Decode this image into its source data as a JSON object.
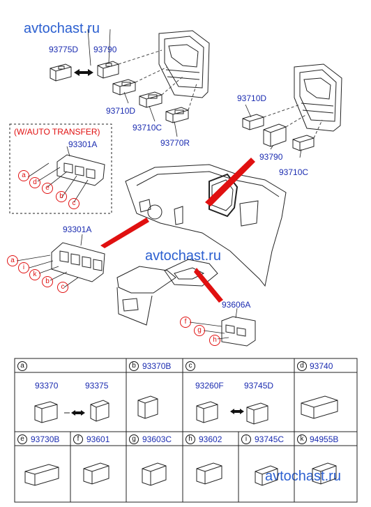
{
  "watermark": "avtochast.ru",
  "labels": {
    "p93775D": "93775D",
    "p93790a": "93790",
    "p93710Da": "93710D",
    "p93710Ca": "93710C",
    "p93770R": "93770R",
    "p93710Db": "93710D",
    "p93790b": "93790",
    "p93710Cb": "93710C",
    "auto_transfer": "(W/AUTO TRANSFER)",
    "p93301Aa": "93301A",
    "p93301Ab": "93301A",
    "p93606A": "93606A"
  },
  "callouts_auto": [
    "a",
    "d",
    "e",
    "b",
    "c"
  ],
  "callouts_main": [
    "a",
    "i",
    "k",
    "b",
    "c"
  ],
  "callouts_console": [
    "f",
    "g",
    "h"
  ],
  "legend": {
    "row1": [
      {
        "letter": "a",
        "parts": [
          "93370",
          "93375"
        ]
      },
      {
        "letter": "b",
        "parts": [
          "93370B"
        ]
      },
      {
        "letter": "c",
        "parts": [
          "93260F",
          "93745D"
        ]
      },
      {
        "letter": "d",
        "parts": [
          "93740"
        ]
      }
    ],
    "row2": [
      {
        "letter": "e",
        "parts": [
          "93730B"
        ]
      },
      {
        "letter": "f",
        "parts": [
          "93601"
        ]
      },
      {
        "letter": "g",
        "parts": [
          "93603C"
        ]
      },
      {
        "letter": "h",
        "parts": [
          "93602"
        ]
      },
      {
        "letter": "i",
        "parts": [
          "93745C"
        ]
      },
      {
        "letter": "k",
        "parts": [
          "94955B"
        ]
      }
    ]
  }
}
